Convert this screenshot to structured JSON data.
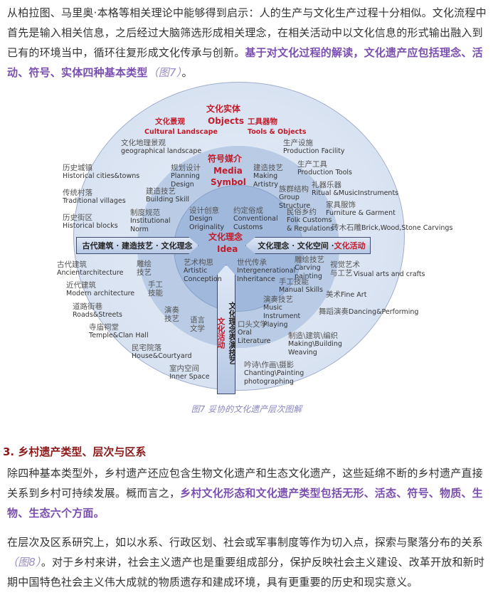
{
  "para1": {
    "text": "从柏拉图、马里奥·本格等相关理论中能够得到启示：人的生产与文化生产过程十分相似。文化流程中首先是输入相关信息，之后经过大脑筛选形成相关理念，在相关活动中以文化信息的形式输出融入到已有的环境当中，循环往复形成文化传承与创新。",
    "highlight": "基于对文化过程的解读，文化遗产应包括理念、活动、符号、实体四种基本类型",
    "ref": "（图7）",
    "end": "。"
  },
  "diagram": {
    "objects_zh": "文化实体",
    "objects_en": "Objects",
    "landscape_zh": "文化景观",
    "landscape_en": "Cultural Landscape",
    "tools_zh": "工具器物",
    "tools_en": "Tools & Objects",
    "media_zh": "符号媒介",
    "media_en1": "Media",
    "media_en2": "Symbol",
    "idea_zh": "文化理念",
    "idea_en": "Idea",
    "left_banner": "古代建筑 · 建造技艺 · 文化理念",
    "right_banner_a": "文化理念 · 文化空间 · ",
    "right_banner_b": "文化活动",
    "vertical_banner_a": "文化理念表演技艺",
    "vertical_banner_b": "文化活动",
    "labels": [
      {
        "zh": "文化地理景观",
        "en": "geographical landscape"
      },
      {
        "zh": "历史城镇",
        "en": "Historical cities&towns"
      },
      {
        "zh": "传统村落",
        "en": "Traditional villages"
      },
      {
        "zh": "历史街区",
        "en": "Historical blocks"
      },
      {
        "zh": "规划设计",
        "en": "Planning Design"
      },
      {
        "zh": "建造技艺",
        "en": "Building Skill"
      },
      {
        "zh": "制度规范",
        "en": "Institutional Norm"
      },
      {
        "zh": "设计创意",
        "en": "Design Originality"
      },
      {
        "zh": "约定俗成",
        "en": "Conventional Customs"
      },
      {
        "zh": "建造技艺",
        "en": "Making Artistry"
      },
      {
        "zh": "族群结构",
        "en": "Group Structure"
      },
      {
        "zh": "民俗乡约",
        "en": "Folk Customs & Regulations"
      },
      {
        "zh": "生产设施",
        "en": "Production Facility"
      },
      {
        "zh": "生产工具",
        "en": "Production Tools"
      },
      {
        "zh": "礼器乐器",
        "en": "Ritual &MusicInstruments"
      },
      {
        "zh": "家具服饰",
        "en": "Furniture & Garment"
      },
      {
        "zh": "砖木石雕",
        "en": "Brick,Wood,Stone Carvings"
      },
      {
        "zh": "古代建筑",
        "en": "Ancientarchitecture"
      },
      {
        "zh": "近代建筑",
        "en": "Modern architecture"
      },
      {
        "zh": "道路街巷",
        "en": "Roads&Streets"
      },
      {
        "zh": "寺庙祠堂",
        "en": "Temple&Clan Hall"
      },
      {
        "zh": "民宅院落",
        "en": "House&Courtyard"
      },
      {
        "zh": "室内空间",
        "en": "Inner Space"
      },
      {
        "zh": "雕绘技艺"
      },
      {
        "zh": "手工技能"
      },
      {
        "zh": "演奏技艺"
      },
      {
        "zh": "语言文学"
      },
      {
        "zh": "艺术构思",
        "en": "Artistic Conception"
      },
      {
        "zh": "世代传承",
        "en": "Intergenerational Inheritance"
      },
      {
        "zh": "雕绘技艺",
        "en": "Carving painting"
      },
      {
        "zh": "手工技能",
        "en": "Manual Skills"
      },
      {
        "zh": "演奏技艺",
        "en": "Music Instrument Playing"
      },
      {
        "zh": "口头文学",
        "en": "Oral Literature"
      },
      {
        "zh": "视觉艺术 与工艺",
        "en": "Visual arts and crafts"
      },
      {
        "zh": "美术",
        "en": "Fine Art"
      },
      {
        "zh": "舞蹈演奏",
        "en": "Dancing&Performing"
      },
      {
        "zh": "制造\\建筑\\编织",
        "en": "Making\\Building Weaving"
      },
      {
        "zh": "吟诗\\作画\\摄影",
        "en": "Chanting\\Painting photographing"
      }
    ]
  },
  "caption": "图7 妥协的文化遗产层次图解",
  "heading": "3. 乡村遗产类型、层次与区系",
  "para2": {
    "text": "除四种基本类型外，乡村遗产还应包含生物文化遗产和生态文化遗产，这些延绵不断的乡村遗产直接关系到乡村可持续发展。概而言之，",
    "highlight": "乡村文化形态和文化遗产类型包括无形、活态、符号、物质、生物、生态六个方面。"
  },
  "para3": {
    "a": "在层次及区系研究上，如以水系、行政区划、社会或军事制度等作为切入点，探索与聚落分布的关系",
    "ref": "（图8）",
    "b": "。对于乡村来讲，社会主义遗产也是重要组成部分，保护反映社会主义建设、改革开放和新时期中国特色社会主义伟大成就的物质遗存和建成环境，具有更重要的历史和现实意义。"
  }
}
